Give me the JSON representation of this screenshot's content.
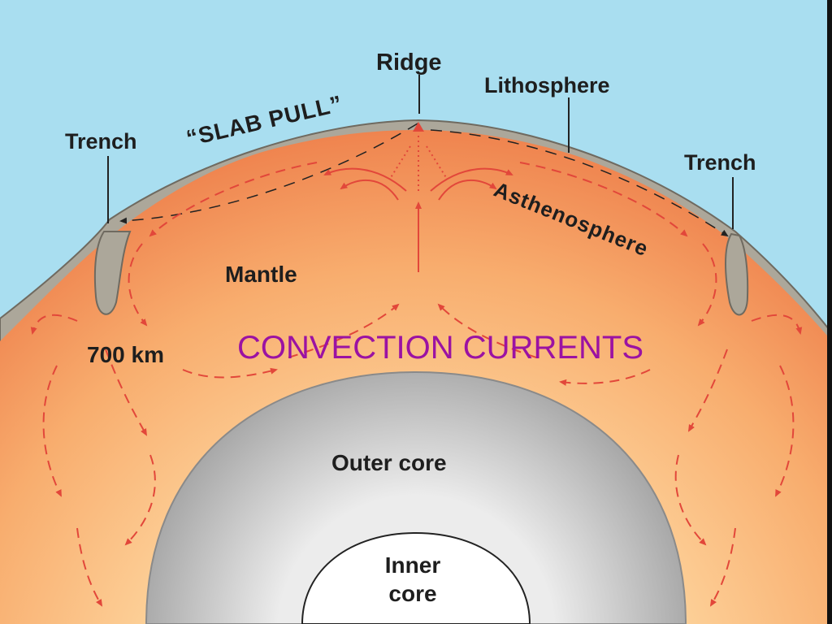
{
  "labels": {
    "ridge": "Ridge",
    "lithosphere": "Lithosphere",
    "trench_left": "Trench",
    "trench_right": "Trench",
    "slab_pull": "“SLAB PULL”",
    "asthenosphere": "Asthenosphere",
    "mantle": "Mantle",
    "depth": "700 km",
    "outer_core": "Outer core",
    "inner_core_line1": "Inner",
    "inner_core_line2": "core"
  },
  "title": "CONVECTION CURRENTS",
  "colors": {
    "sky": "#a9def0",
    "lithosphere": "#aca79a",
    "mantle": "#f49a5e",
    "mantle_inner": "#fbc38a",
    "outer_core": "#c2c2c2",
    "inner_core": "#ffffff",
    "arrows": "#e2473a",
    "title": "#9b12a3"
  }
}
